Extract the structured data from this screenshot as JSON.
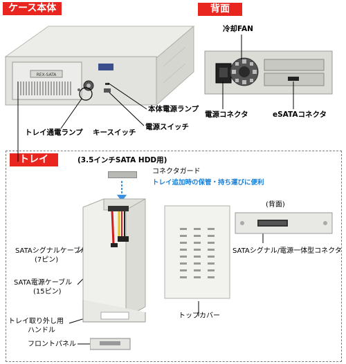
{
  "sections": {
    "case": "ケース本体",
    "back": "背面",
    "tray": "トレイ"
  },
  "case_labels": {
    "tray_lamp": "トレイ通電ランプ",
    "key_switch": "キースイッチ",
    "power_lamp": "本体電源ランプ",
    "power_switch": "電源スイッチ",
    "device_label": "REX-SATA"
  },
  "back_labels": {
    "fan": "冷却FAN",
    "power_connector": "電源コネクタ",
    "esata_connector": "eSATAコネクタ"
  },
  "tray_labels": {
    "hdd_type": "(3.5インチSATA HDD用)",
    "guard": "コネクタガード",
    "guard_note": "トレイ追加時の保管・持ち運びに便利",
    "sata_signal_cable": "SATAシグナルケーブル",
    "sata_signal_pins": "(7ピン)",
    "sata_power_cable": "SATA電源ケーブル",
    "sata_power_pins": "(15ピン)",
    "handle_line1": "トレイ取り外し用",
    "handle_line2": "ハンドル",
    "front_panel": "フロントパネル",
    "top_cover": "トップカバー",
    "back_view": "(背面)",
    "combo_connector": "SATAシグナル/電源一体型コネクタ"
  },
  "colors": {
    "header_red": "#e8251f",
    "note_blue": "#1a7fd6",
    "arrow_blue": "#3a8fe0",
    "case_body": "#e4e4e0"
  }
}
